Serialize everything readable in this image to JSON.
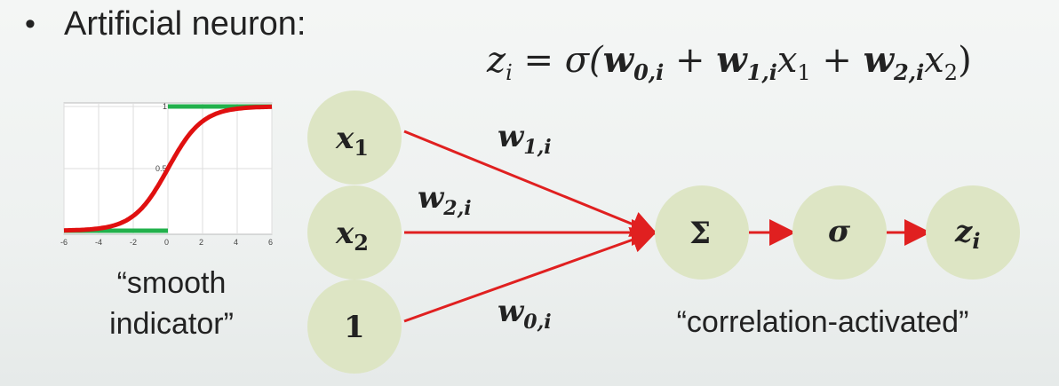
{
  "bullet": "•",
  "heading": "Artificial neuron:",
  "equation": {
    "lhs_var": "z",
    "lhs_sub": "i",
    "eq": " = ",
    "sigma": "σ(",
    "w0": "w",
    "w0_sub": "0,i",
    "plus1": " + ",
    "w1": "w",
    "w1_sub": "1,i",
    "x1": "x",
    "x1_sub": "1",
    "plus2": " + ",
    "w2": "w",
    "w2_sub": "2,i",
    "x2": "x",
    "x2_sub": "2",
    "close": ")"
  },
  "sigmoid_plot": {
    "x_ticks": [
      "-6",
      "-4",
      "-2",
      "0",
      "2",
      "4",
      "6"
    ],
    "y_ticks": [
      "1",
      "0.5"
    ],
    "xlim": [
      -6,
      6
    ],
    "ylim": [
      0,
      1
    ],
    "curve_color": "#e01010",
    "step_color": "#22b14c"
  },
  "smooth_caption_line1": "“smooth",
  "smooth_caption_line2": "indicator”",
  "nodes": {
    "x1": {
      "var": "x",
      "sub": "1"
    },
    "x2": {
      "var": "x",
      "sub": "2"
    },
    "one": {
      "label": "1"
    },
    "sum": {
      "label": "Σ"
    },
    "sigma": {
      "label": "σ"
    },
    "z": {
      "var": "z",
      "sub": "i"
    }
  },
  "edge_labels": {
    "w1": {
      "var": "w",
      "sub": "1,i"
    },
    "w2": {
      "var": "w",
      "sub": "2,i"
    },
    "w0": {
      "var": "w",
      "sub": "0,i"
    }
  },
  "corr_caption": "“correlation-activated”",
  "colors": {
    "node_fill": "#dde5c4",
    "edge": "#e02020"
  }
}
